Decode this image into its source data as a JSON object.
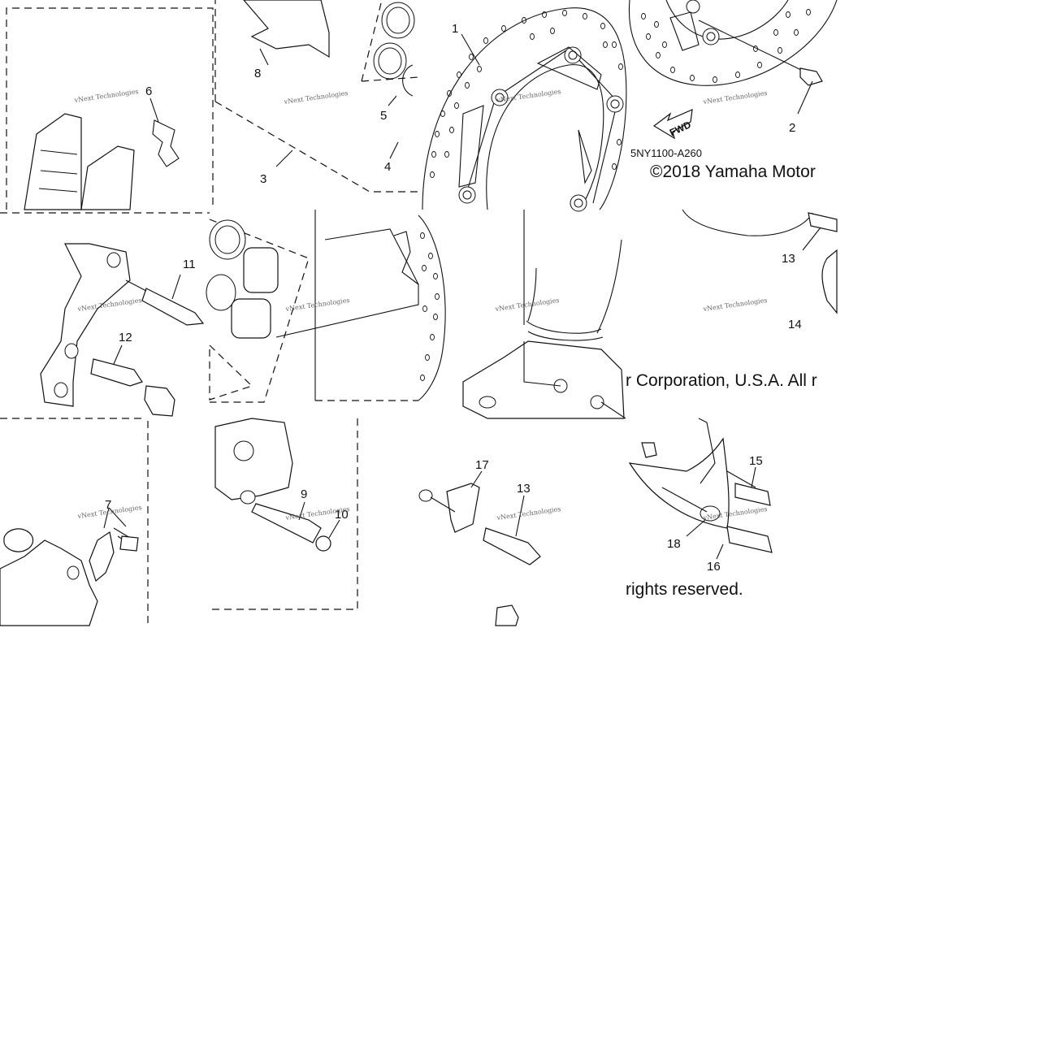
{
  "diagram": {
    "callouts": [
      "1",
      "2",
      "3",
      "4",
      "5",
      "6",
      "7",
      "8",
      "9",
      "10",
      "11",
      "12",
      "13",
      "13",
      "14",
      "15",
      "16",
      "17",
      "18"
    ],
    "drawing_code": "5NY1100-A260",
    "fwd_label": "FWD",
    "watermark": "vNext Technologies",
    "copyright_fragments": [
      "©2018 Yamaha Motor",
      "r Corporation, U.S.A. All r",
      "rights reserved."
    ]
  }
}
